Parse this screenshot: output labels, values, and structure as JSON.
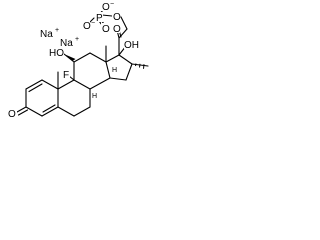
{
  "molecule": {
    "atoms": {
      "na1": "Na",
      "na1_charge": "+",
      "na2": "Na",
      "na2_charge": "+",
      "p": "P",
      "o_neg_top": "O",
      "o_neg_top_charge": "−",
      "o_neg_left": "O",
      "o_neg_left_charge": "−",
      "o_double_p": "O",
      "o_bridge": "O",
      "o_ketone_side": "O",
      "oh_17": "OH",
      "ho_11": "HO",
      "f_9": "F",
      "o_ketone_3": "O",
      "h_8": "H",
      "h_14": "H"
    },
    "colors": {
      "bond": "#000000",
      "text": "#000000",
      "background": "#ffffff"
    }
  }
}
